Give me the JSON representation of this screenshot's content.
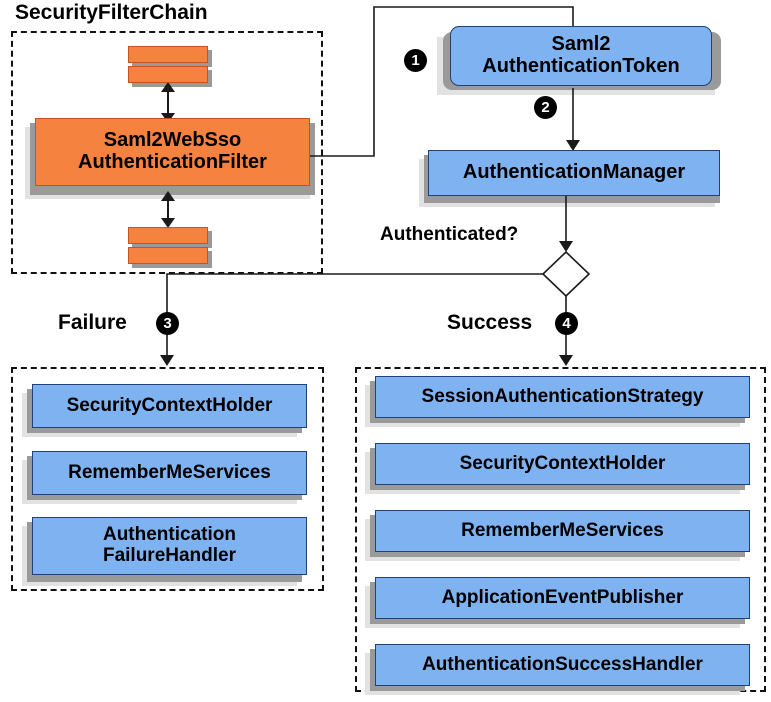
{
  "diagram": {
    "title_label": "SecurityFilterChain",
    "decision_label": "Authenticated?",
    "failure_label": "Failure",
    "success_label": "Success"
  },
  "badges": {
    "one": "❶",
    "two": "❷",
    "three": "❸",
    "four": "❹",
    "one_num": "1",
    "two_num": "2",
    "three_num": "3",
    "four_num": "4"
  },
  "filter_chain": {
    "main_filter": "Saml2WebSso\nAuthenticationFilter",
    "bar_count": 4
  },
  "flow": {
    "token": "Saml2\nAuthenticationToken",
    "manager": "AuthenticationManager"
  },
  "failure_branch": {
    "items": [
      {
        "label": "SecurityContextHolder"
      },
      {
        "label": "RememberMeServices"
      },
      {
        "label": "Authentication\nFailureHandler"
      }
    ]
  },
  "success_branch": {
    "items": [
      {
        "label": "SessionAuthenticationStrategy"
      },
      {
        "label": "SecurityContextHolder"
      },
      {
        "label": "RememberMeServices"
      },
      {
        "label": "ApplicationEventPublisher"
      },
      {
        "label": "AuthenticationSuccessHandler"
      }
    ]
  },
  "colors": {
    "blue_fill": "#7FB2F0",
    "blue_border": "#20417A",
    "orange_fill": "#F5823F",
    "orange_border": "#C4551E",
    "shadow_mid": "#9a9a9a",
    "shadow_light": "#e2e2e2",
    "line": "#1a1a1a",
    "background": "#ffffff"
  }
}
